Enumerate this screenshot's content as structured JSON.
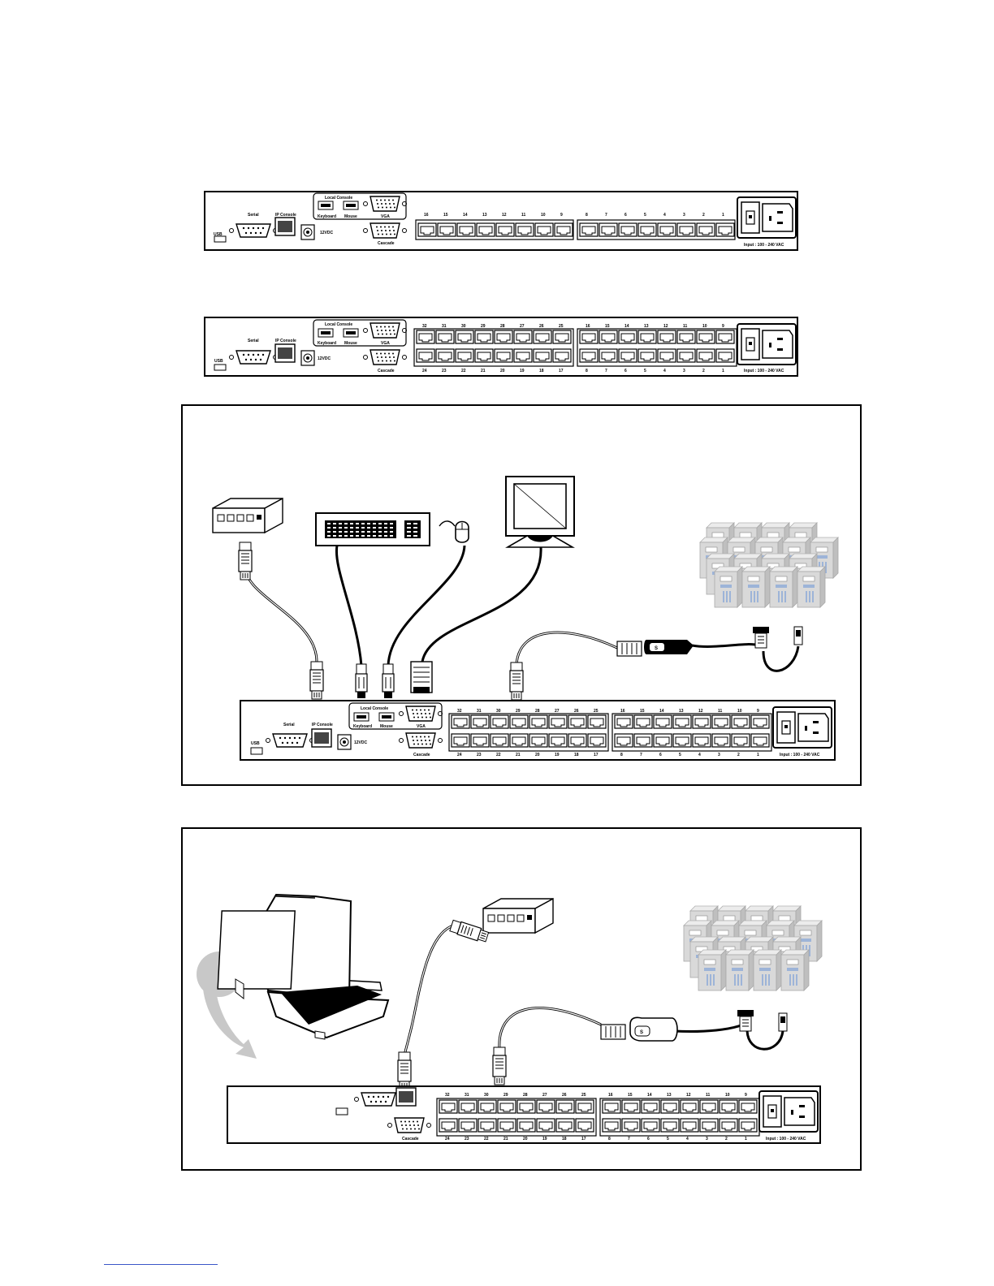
{
  "panel_labels": {
    "usb": "USB",
    "serial": "Serial",
    "ip_console": "IP Console",
    "dc": "12VDC",
    "local_console": "Local Console",
    "keyboard": "Keyboard",
    "mouse": "Mouse",
    "vga": "VGA",
    "cascade": "Cascade",
    "input": "Input : 100 - 240 VAC"
  },
  "ports_16": {
    "left_group": [
      "16",
      "15",
      "14",
      "13",
      "12",
      "11",
      "10",
      "9"
    ],
    "right_group": [
      "8",
      "7",
      "6",
      "5",
      "4",
      "3",
      "2",
      "1"
    ]
  },
  "ports_32": {
    "top_left": [
      "32",
      "31",
      "30",
      "29",
      "28",
      "27",
      "26",
      "25"
    ],
    "bottom_left": [
      "24",
      "23",
      "22",
      "21",
      "20",
      "19",
      "18",
      "17"
    ],
    "top_right": [
      "16",
      "15",
      "14",
      "13",
      "12",
      "11",
      "10",
      "9"
    ],
    "bottom_right": [
      "8",
      "7",
      "6",
      "5",
      "4",
      "3",
      "2",
      "1"
    ]
  },
  "adapter_mark": "S",
  "colors": {
    "line": "#000000",
    "panel_fill": "#ffffff",
    "server_gray": "#d9d9d9",
    "server_blue": "#9db4d8",
    "arrow_gray": "#c8c8c8",
    "footer_link": "#3a56c8"
  }
}
